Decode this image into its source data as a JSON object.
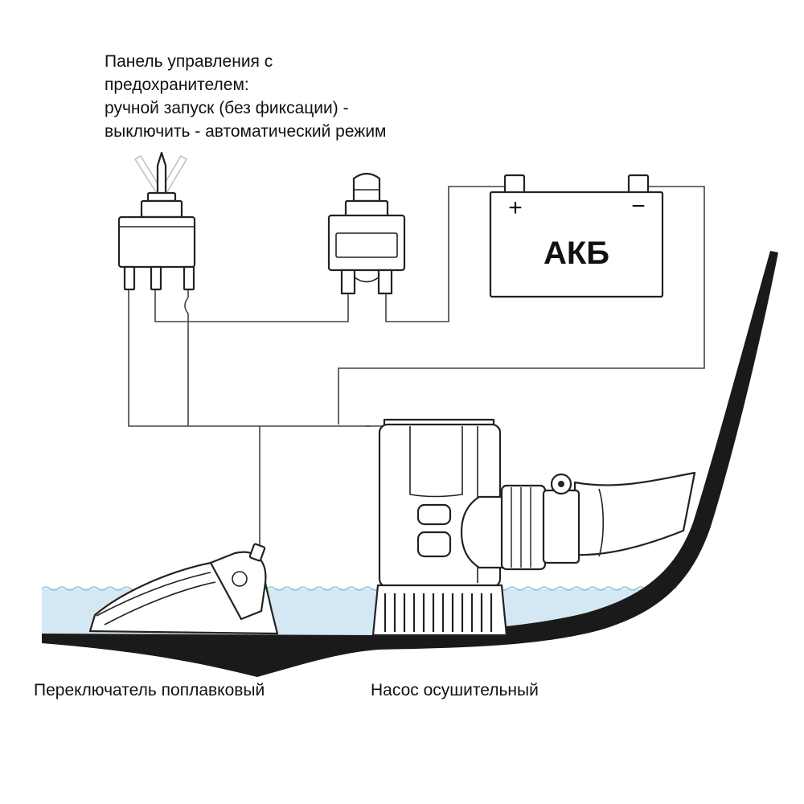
{
  "labels": {
    "panel": [
      "Панель управления с",
      "предохранителем:",
      "ручной запуск (без фиксации) -",
      "выключить - автоматический режим"
    ],
    "battery": "АКБ",
    "battery_plus": "+",
    "battery_minus": "−",
    "float_switch": "Переключатель поплавковый",
    "pump": "Насос осушительный"
  },
  "colors": {
    "water": "#d4e8f3",
    "water_line": "#8cbad3",
    "hull": "#1a1a1a",
    "wire": "#444444"
  }
}
